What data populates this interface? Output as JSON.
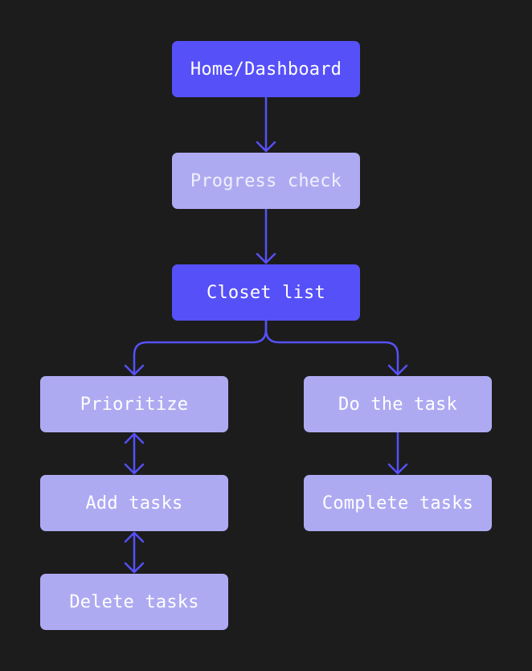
{
  "colors": {
    "background": "#1c1c1c",
    "primary_node": "#5650f8",
    "secondary_node": "#aeaaf2",
    "connector": "#5650f8",
    "text": "#ffffff"
  },
  "nodes": {
    "home": "Home/Dashboard",
    "progress": "Progress check",
    "closet": "Closet list",
    "prioritize": "Prioritize",
    "add": "Add tasks",
    "delete": "Delete tasks",
    "do_task": "Do the task",
    "complete": "Complete tasks"
  }
}
